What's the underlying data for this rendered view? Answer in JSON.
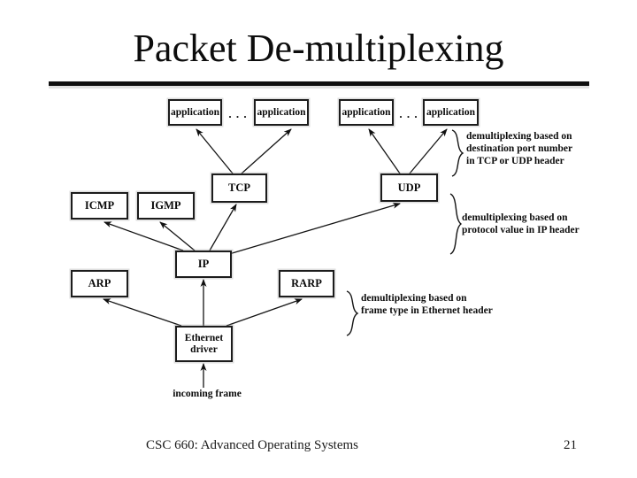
{
  "title": "Packet De-multiplexing",
  "footer": {
    "course": "CSC 660: Advanced Operating Systems",
    "page_number": "21"
  },
  "diagram": {
    "boxes": {
      "app1": "application",
      "app2": "application",
      "app3": "application",
      "app4": "application",
      "tcp": "TCP",
      "udp": "UDP",
      "icmp": "ICMP",
      "igmp": "IGMP",
      "ip": "IP",
      "arp": "ARP",
      "rarp": "RARP",
      "eth_line1": "Ethernet",
      "eth_line2": "driver"
    },
    "dots": ". . .",
    "incoming_frame": "incoming frame",
    "annotations": [
      {
        "lines": [
          "demultiplexing based on",
          "destination port number",
          "in TCP or UDP header"
        ]
      },
      {
        "lines": [
          "demultiplexing based on",
          "protocol value in IP header"
        ]
      },
      {
        "lines": [
          "demultiplexing based on",
          "frame type in Ethernet header"
        ]
      }
    ]
  },
  "colors": {
    "ink": "#0a0a0a",
    "background": "#ffffff"
  }
}
